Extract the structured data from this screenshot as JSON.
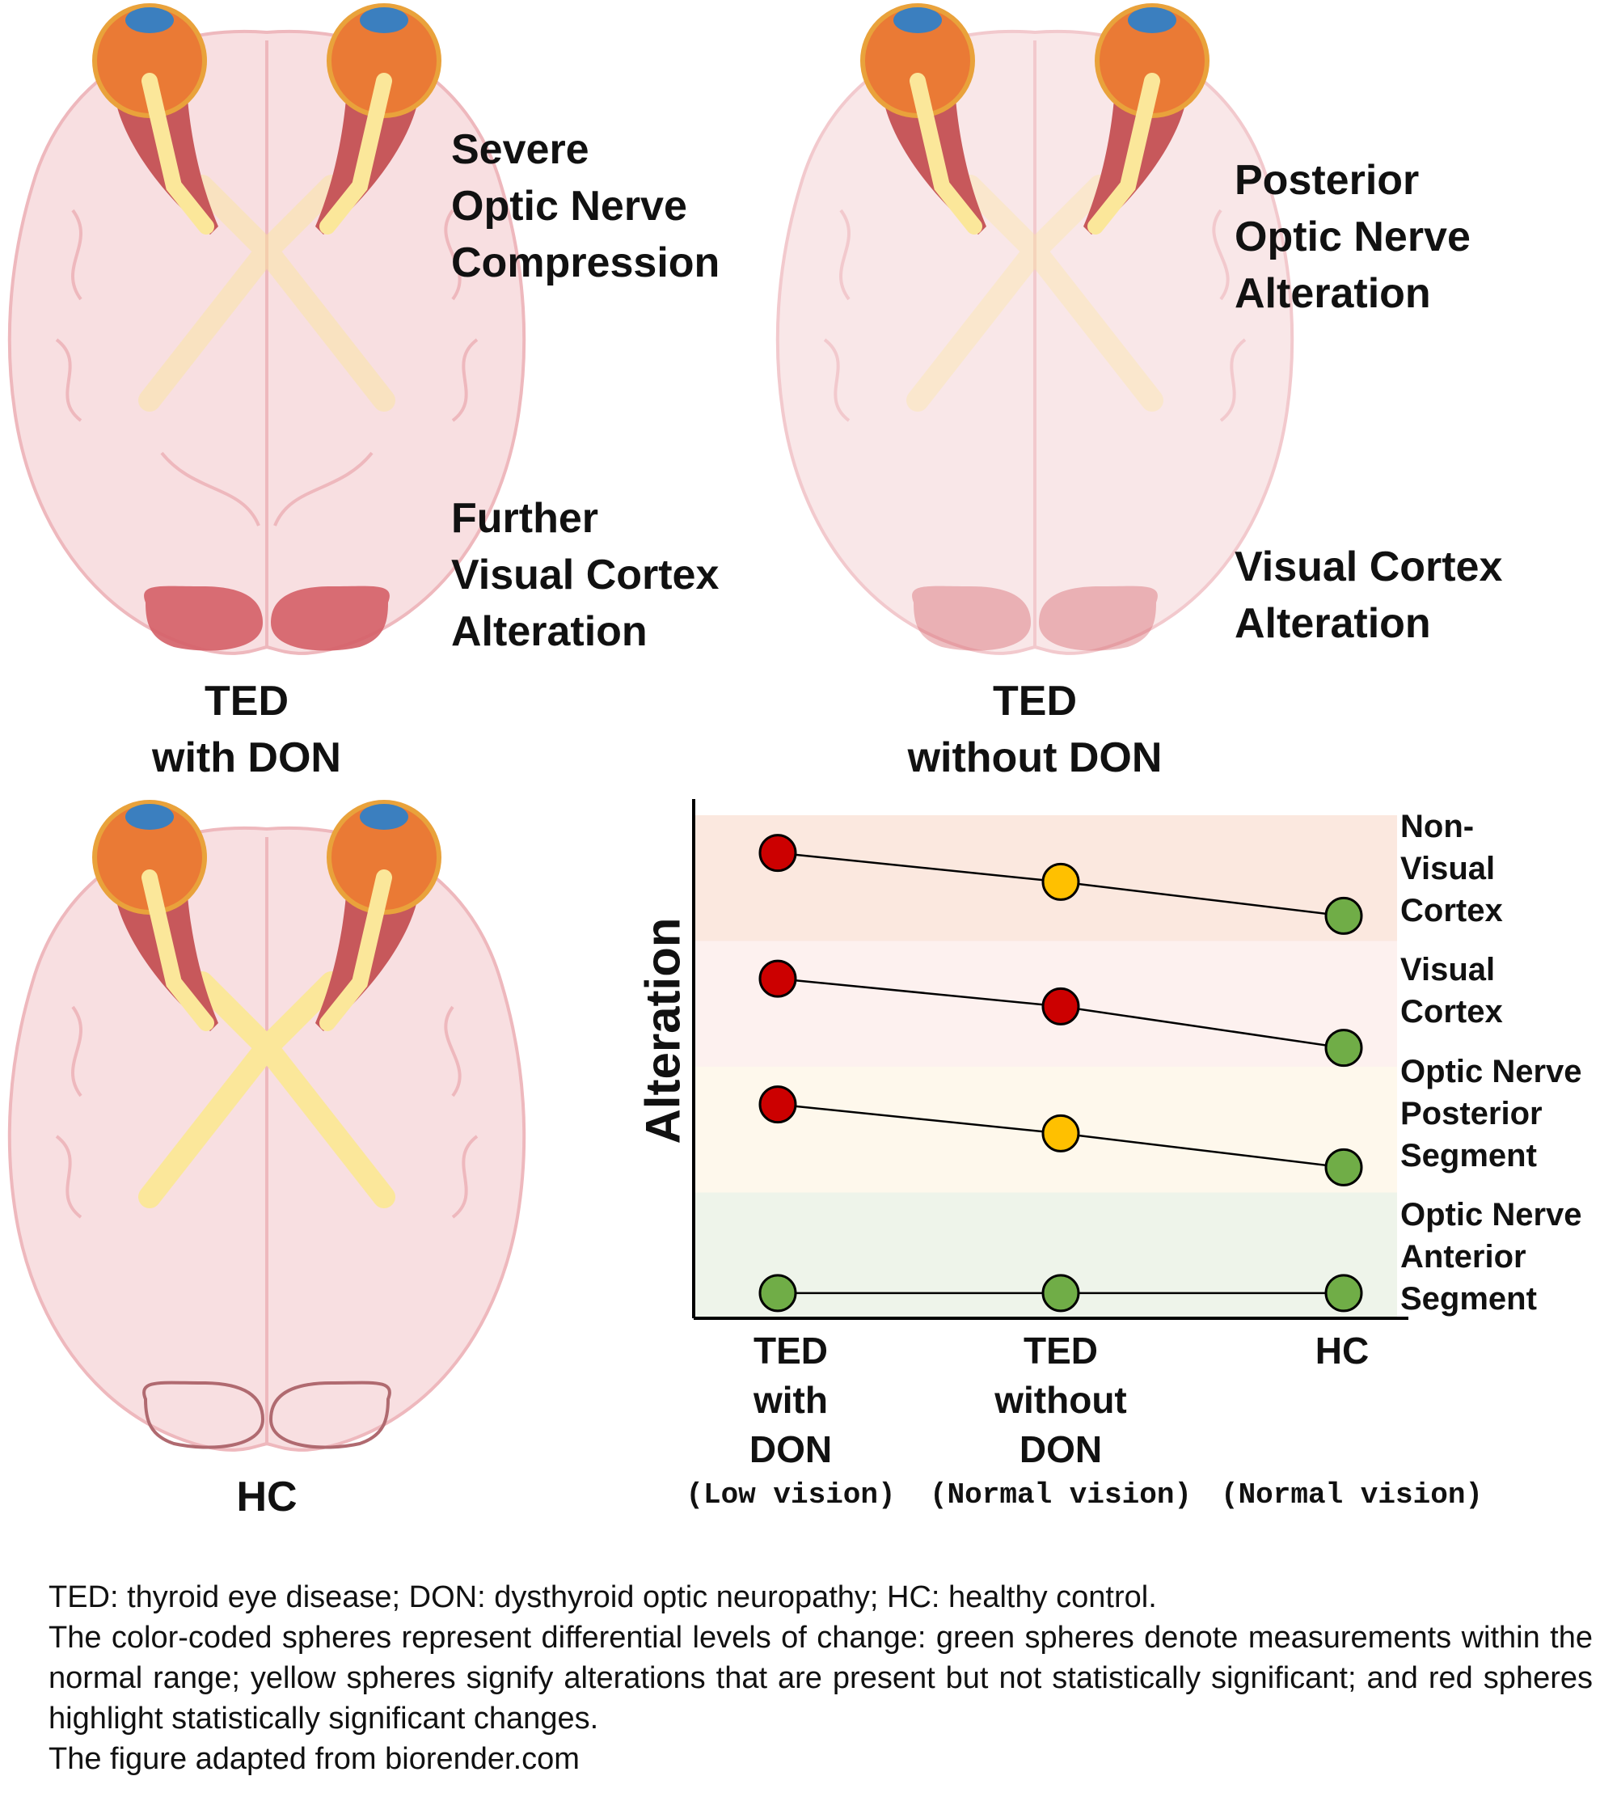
{
  "panels": {
    "ted_with_don": {
      "label1": "Severe\nOptic Nerve\nCompression",
      "label2": "Further\nVisual Cortex\nAlteration",
      "caption": "TED\nwith DON"
    },
    "ted_without_don": {
      "label1": "Posterior\nOptic Nerve\nAlteration",
      "label2": "Visual Cortex\nAlteration",
      "caption": "TED\nwithout DON"
    },
    "hc": {
      "caption": "HC"
    }
  },
  "colors": {
    "brain": "#f8dfe1",
    "brain_outline": "#eeb8bd",
    "eye_orange": "#ea7a35",
    "muscle": "#c7585b",
    "nerve": "#fbe79a",
    "cortex": "#d45f67",
    "red": "#cc0000",
    "yellow": "#ffc000",
    "green": "#70ad47",
    "band_nonvisual": "#fbe8df",
    "band_visual": "#fdf1ef",
    "band_posterior": "#fef8ec",
    "band_anterior": "#eef4ea"
  },
  "chart_data": {
    "type": "line",
    "ylabel": "Alteration",
    "categories": [
      "TED\nwith\nDON",
      "TED\nwithout\nDON",
      "HC"
    ],
    "category_notes": [
      "(Low vision)",
      "(Normal vision)",
      "(Normal vision)"
    ],
    "bands": [
      {
        "name": "Non-\nVisual\nCortex",
        "color": "#fbe8df"
      },
      {
        "name": "Visual\nCortex",
        "color": "#fdf1ef"
      },
      {
        "name": "Optic Nerve\nPosterior\nSegment",
        "color": "#fef8ec"
      },
      {
        "name": "Optic Nerve\nAnterior\nSegment",
        "color": "#eef4ea"
      }
    ],
    "series": [
      {
        "band": "Non-Visual Cortex",
        "values": [
          3.7,
          3.47,
          3.2
        ],
        "colors": [
          "red",
          "yellow",
          "green"
        ]
      },
      {
        "band": "Visual Cortex",
        "values": [
          2.7,
          2.48,
          2.15
        ],
        "colors": [
          "red",
          "red",
          "green"
        ]
      },
      {
        "band": "Optic Nerve Posterior Segment",
        "values": [
          1.7,
          1.47,
          1.2
        ],
        "colors": [
          "red",
          "yellow",
          "green"
        ]
      },
      {
        "band": "Optic Nerve Anterior Segment",
        "values": [
          0.2,
          0.2,
          0.2
        ],
        "colors": [
          "green",
          "green",
          "green"
        ]
      }
    ],
    "ylim": [
      0,
      4
    ]
  },
  "footer": {
    "line1": "TED: thyroid eye disease; DON: dysthyroid optic neuropathy; HC: healthy control.",
    "line2": "The color-coded spheres represent differential levels of change: green spheres denote measurements within the normal range; yellow spheres signify alterations that are present but not statistically significant; and red spheres highlight statistically significant changes.",
    "line3": "The figure adapted from biorender.com"
  }
}
